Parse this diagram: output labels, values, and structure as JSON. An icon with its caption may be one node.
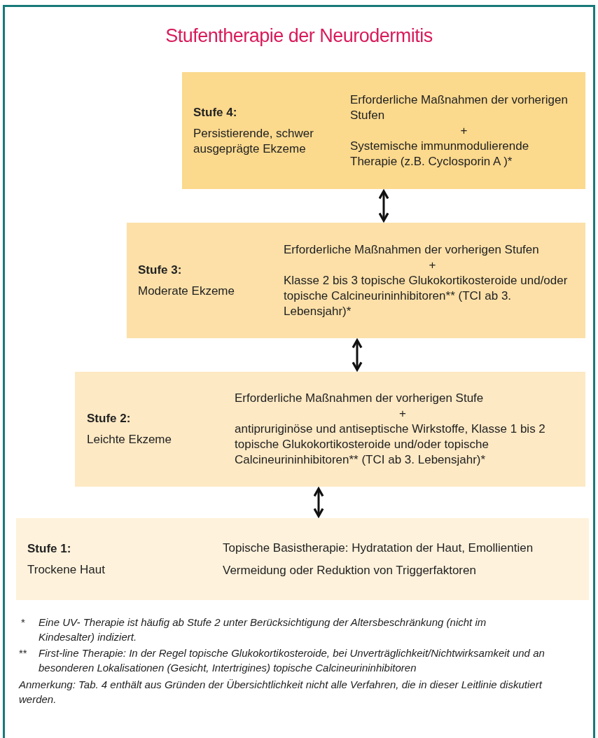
{
  "diagram": {
    "title": "Stufentherapie der Neurodermitis",
    "nodes": [
      {
        "text": [
          "Stufe 4:",
          "Persistierende, schwer ausgeprägte Ekzeme",
          "Erforderliche Maßnahmen der vorherigen Stufen",
          "+",
          "Systemische immunmodulierende Therapie (z.B. Cyclosporin A )*"
        ]
      },
      {
        "text": [
          "Stufe 3:",
          "Moderate Ekzeme",
          "Erforderliche Maßnahmen der vorherigen Stufen",
          "+",
          "Klasse 2 bis 3 topische Glukokortikosteroide und/oder topische Calcineurininhibitoren** (TCI ab 3. Lebensjahr)*"
        ]
      },
      {
        "text": [
          "Stufe 2:",
          "Leichte Ekzeme",
          "Erforderliche Maßnahmen der vorherigen Stufe",
          "+",
          "antipruriginöse und antiseptische Wirkstoffe, Klasse 1 bis 2 topische Glukokortikosteroide und/oder topische Calcineurininhibitoren** (TCI ab 3. Lebensjahr)*"
        ]
      },
      {
        "text": [
          "Stufe 1:",
          "Trockene Haut",
          "Topische Basistherapie: Hydratation der Haut, Emollientien",
          "Vermeidung oder Reduktion von Triggerfaktoren"
        ]
      }
    ],
    "edges": [
      {
        "from": 0,
        "to": 1,
        "arrow": "both"
      },
      {
        "from": 1,
        "to": 2,
        "arrow": "both"
      },
      {
        "from": 2,
        "to": 3,
        "arrow": "both"
      }
    ],
    "labels": [
      "*",
      "Eine UV- Therapie ist häufig ab Stufe 2 unter Berücksichtigung der Altersbeschränkung (nicht im Kindesalter) indiziert.",
      "**",
      "First-line Therapie: In der Regel topische Glukokortikosteroide, bei Unverträglichkeit/Nichtwirksamkeit und an besonderen Lokalisationen (Gesicht, Intertrigines) topische Calcineurininhibitoren",
      "Anmerkung: Tab. 4 enthält aus Gründen der Übersichtlichkeit nicht alle Verfahren, die in dieser Leitlinie diskutiert werden."
    ]
  }
}
